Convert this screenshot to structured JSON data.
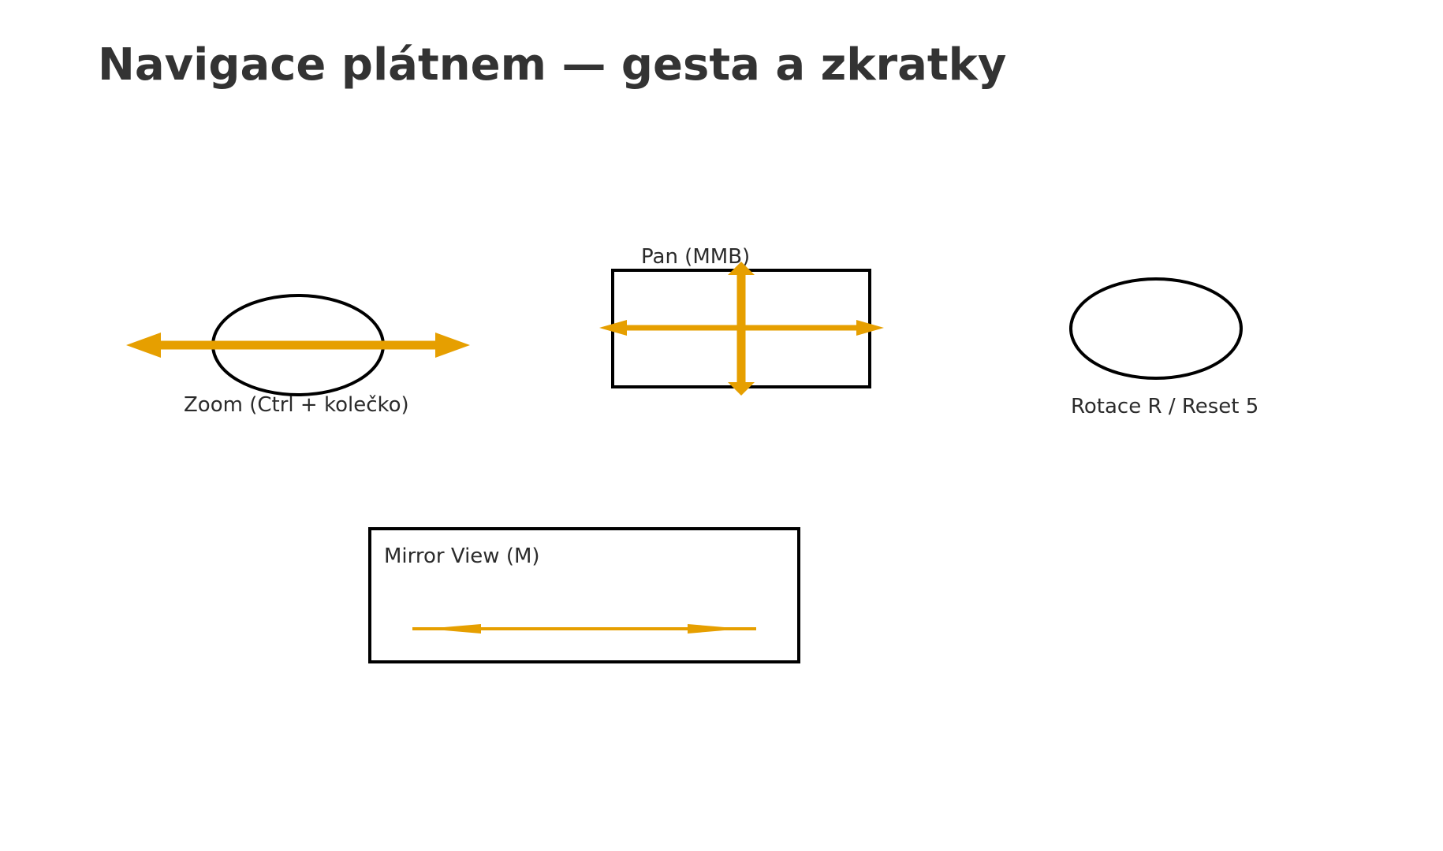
{
  "title": "Navigace plátnem — gesta a zkratky",
  "accent_color": "#E69F00",
  "outline_color": "#000000",
  "text_color": "#333333",
  "gestures": [
    {
      "label": "Zoom (Ctrl + kolečko)",
      "shape": "ellipse",
      "arrows": "horizontal-bidirectional"
    },
    {
      "label": "Pan (MMB)",
      "shape": "rectangle",
      "arrows": "four-way"
    },
    {
      "label": "Rotace R / Reset 5",
      "shape": "ellipse",
      "arrows": "none"
    },
    {
      "label": "Mirror View (M)",
      "shape": "rectangle",
      "arrows": "horizontal-bidirectional-thin"
    }
  ]
}
